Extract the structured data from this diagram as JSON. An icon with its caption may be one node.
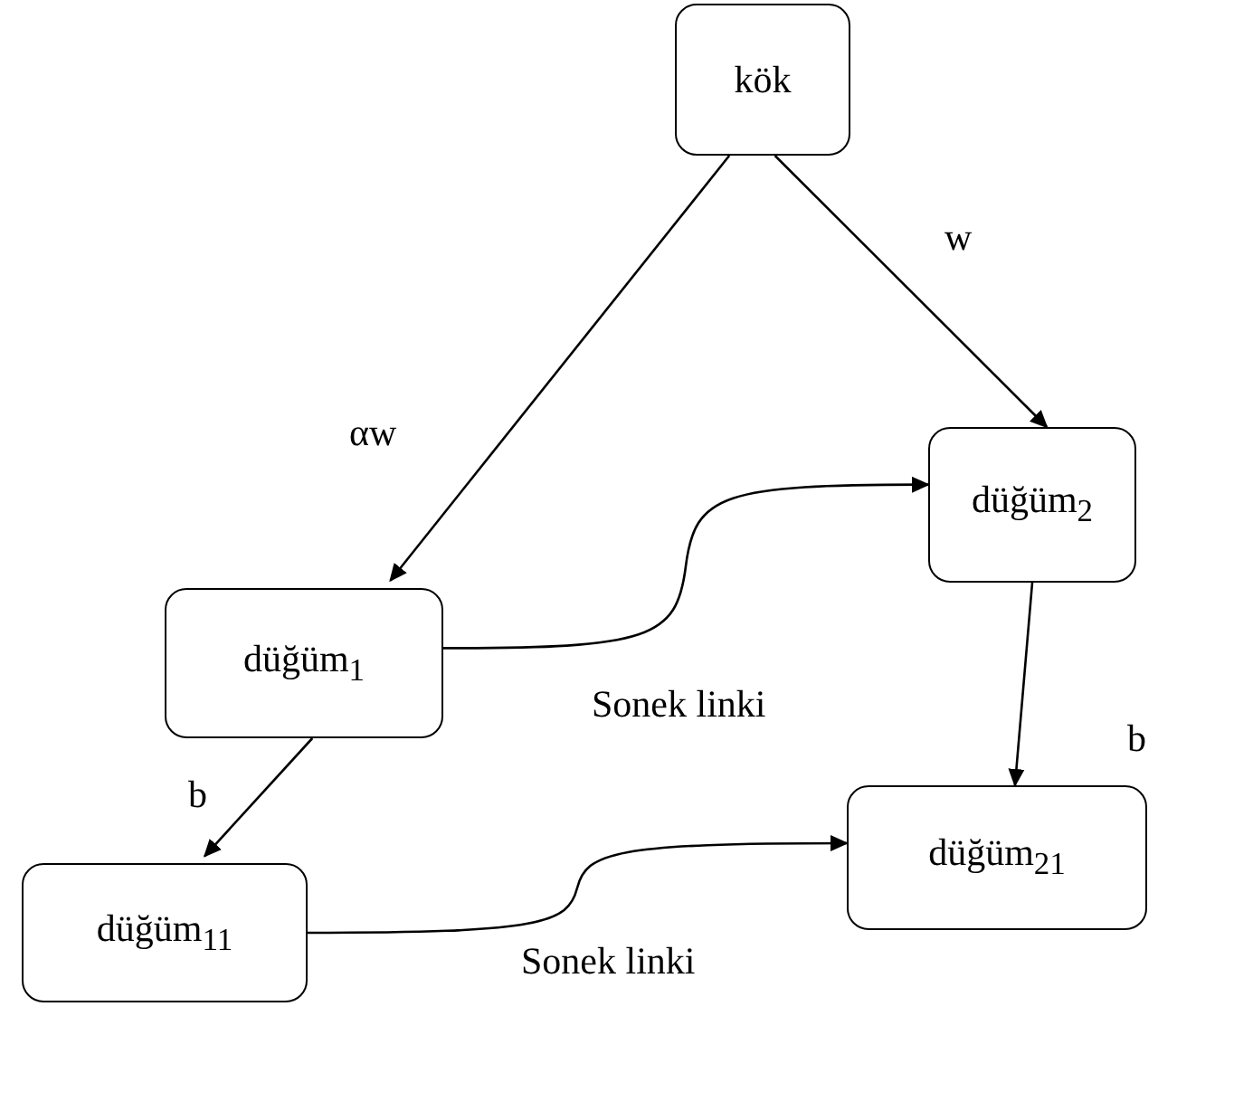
{
  "diagram": {
    "nodes": [
      {
        "text": [
          "kök"
        ]
      },
      {
        "text": [
          "düğüm$_{1}$"
        ]
      },
      {
        "text": [
          "düğüm$_{2}$"
        ]
      },
      {
        "text": [
          "düğüm$_{11}$"
        ]
      },
      {
        "text": [
          "düğüm$_{21}$"
        ]
      }
    ],
    "edges": [
      {
        "from": 0,
        "to": 1,
        "arrow": "to",
        "label": "αw"
      },
      {
        "from": 0,
        "to": 2,
        "arrow": "to",
        "label": "w"
      },
      {
        "from": 1,
        "to": 2,
        "arrow": "to",
        "label": "Sonek linki"
      },
      {
        "from": 2,
        "to": 4,
        "arrow": "to",
        "label": "b"
      },
      {
        "from": 1,
        "to": 3,
        "arrow": "to",
        "label": "b"
      },
      {
        "from": 3,
        "to": 4,
        "arrow": "to",
        "label": "Sonek linki"
      }
    ]
  }
}
